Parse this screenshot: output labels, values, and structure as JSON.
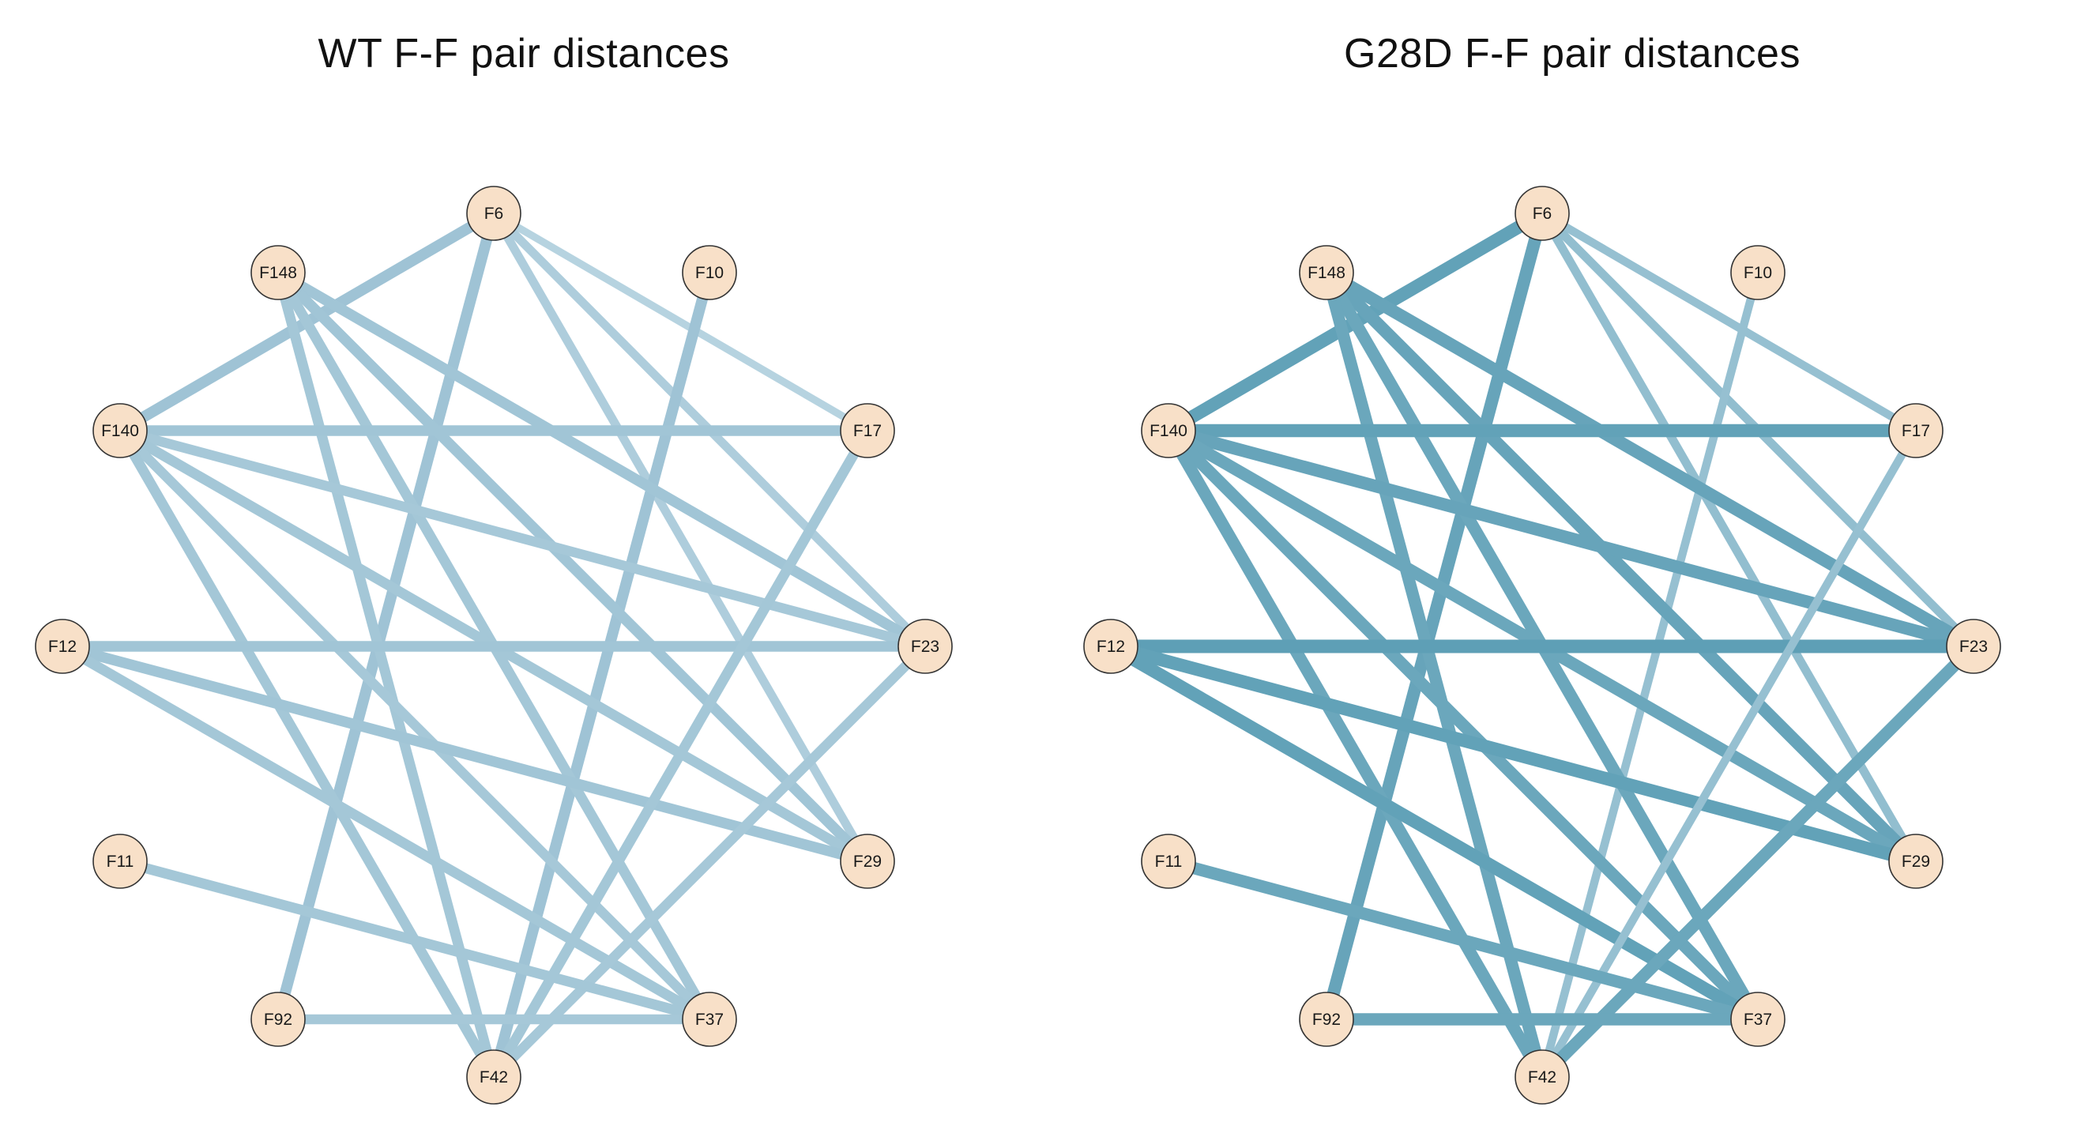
{
  "colors": {
    "node_fill": "#f8e0c8",
    "node_stroke": "#333333",
    "edge_wt_light": "#c3dbe6",
    "edge_wt_dark": "#8fb9cd",
    "edge_g28d_light": "#b4d2df",
    "edge_g28d_dark": "#5e9fb6",
    "background": "#ffffff"
  },
  "nodes": [
    "F6",
    "F10",
    "F17",
    "F23",
    "F29",
    "F37",
    "F42",
    "F92",
    "F11",
    "F12",
    "F140",
    "F148"
  ],
  "panels": [
    {
      "id": "wt",
      "title": "WT F-F pair distances",
      "edges": [
        {
          "from": "F6",
          "to": "F140",
          "weight": 0.7
        },
        {
          "from": "F6",
          "to": "F92",
          "weight": 0.7
        },
        {
          "from": "F6",
          "to": "F17",
          "weight": 0.25
        },
        {
          "from": "F6",
          "to": "F23",
          "weight": 0.4
        },
        {
          "from": "F6",
          "to": "F29",
          "weight": 0.4
        },
        {
          "from": "F10",
          "to": "F42",
          "weight": 0.7
        },
        {
          "from": "F148",
          "to": "F23",
          "weight": 0.65
        },
        {
          "from": "F148",
          "to": "F29",
          "weight": 0.65
        },
        {
          "from": "F148",
          "to": "F37",
          "weight": 0.6
        },
        {
          "from": "F148",
          "to": "F42",
          "weight": 0.6
        },
        {
          "from": "F140",
          "to": "F17",
          "weight": 0.65
        },
        {
          "from": "F140",
          "to": "F23",
          "weight": 0.55
        },
        {
          "from": "F140",
          "to": "F29",
          "weight": 0.6
        },
        {
          "from": "F140",
          "to": "F37",
          "weight": 0.55
        },
        {
          "from": "F140",
          "to": "F42",
          "weight": 0.6
        },
        {
          "from": "F12",
          "to": "F23",
          "weight": 0.65
        },
        {
          "from": "F12",
          "to": "F29",
          "weight": 0.65
        },
        {
          "from": "F12",
          "to": "F37",
          "weight": 0.6
        },
        {
          "from": "F17",
          "to": "F42",
          "weight": 0.6
        },
        {
          "from": "F23",
          "to": "F42",
          "weight": 0.55
        },
        {
          "from": "F11",
          "to": "F37",
          "weight": 0.6
        },
        {
          "from": "F92",
          "to": "F37",
          "weight": 0.55
        }
      ]
    },
    {
      "id": "g28d",
      "title": "G28D F-F pair distances",
      "edges": [
        {
          "from": "F6",
          "to": "F140",
          "weight": 0.95
        },
        {
          "from": "F6",
          "to": "F92",
          "weight": 0.9
        },
        {
          "from": "F6",
          "to": "F17",
          "weight": 0.35
        },
        {
          "from": "F6",
          "to": "F23",
          "weight": 0.4
        },
        {
          "from": "F6",
          "to": "F29",
          "weight": 0.4
        },
        {
          "from": "F10",
          "to": "F42",
          "weight": 0.35
        },
        {
          "from": "F148",
          "to": "F23",
          "weight": 0.9
        },
        {
          "from": "F148",
          "to": "F29",
          "weight": 0.9
        },
        {
          "from": "F148",
          "to": "F37",
          "weight": 0.85
        },
        {
          "from": "F148",
          "to": "F42",
          "weight": 0.85
        },
        {
          "from": "F140",
          "to": "F17",
          "weight": 0.95
        },
        {
          "from": "F140",
          "to": "F23",
          "weight": 0.9
        },
        {
          "from": "F140",
          "to": "F29",
          "weight": 0.85
        },
        {
          "from": "F140",
          "to": "F37",
          "weight": 0.85
        },
        {
          "from": "F140",
          "to": "F42",
          "weight": 0.85
        },
        {
          "from": "F12",
          "to": "F23",
          "weight": 1.0
        },
        {
          "from": "F12",
          "to": "F29",
          "weight": 0.95
        },
        {
          "from": "F12",
          "to": "F37",
          "weight": 0.95
        },
        {
          "from": "F17",
          "to": "F42",
          "weight": 0.35
        },
        {
          "from": "F23",
          "to": "F42",
          "weight": 0.85
        },
        {
          "from": "F11",
          "to": "F37",
          "weight": 0.85
        },
        {
          "from": "F92",
          "to": "F37",
          "weight": 0.85
        }
      ]
    }
  ]
}
